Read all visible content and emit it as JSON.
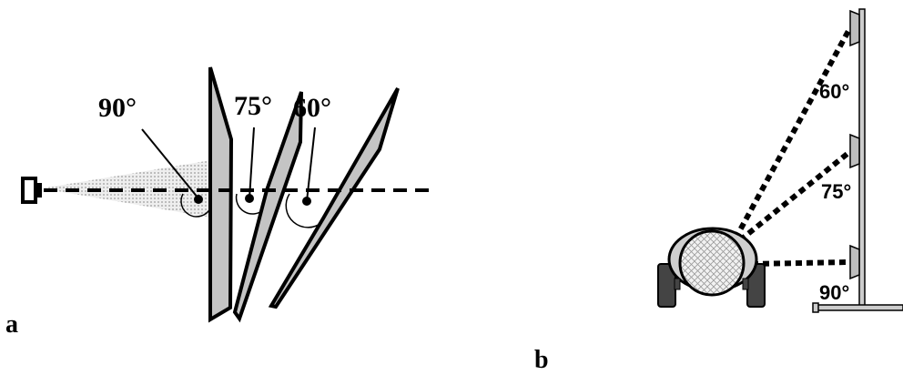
{
  "panel_a": {
    "label": "a",
    "angles": [
      "90°",
      "75°",
      "60°"
    ]
  },
  "panel_b": {
    "label": "b",
    "angles": [
      "60°",
      "75°",
      "90°"
    ]
  },
  "colors": {
    "plate_fill": "#c4c4c4",
    "stroke": "#000000",
    "cone_fill": "#d8d8d8",
    "robot_body": "#cfcfcf",
    "robot_sensor": "#e6e6e6",
    "wheel": "#444444",
    "pole": "#cccccc"
  }
}
